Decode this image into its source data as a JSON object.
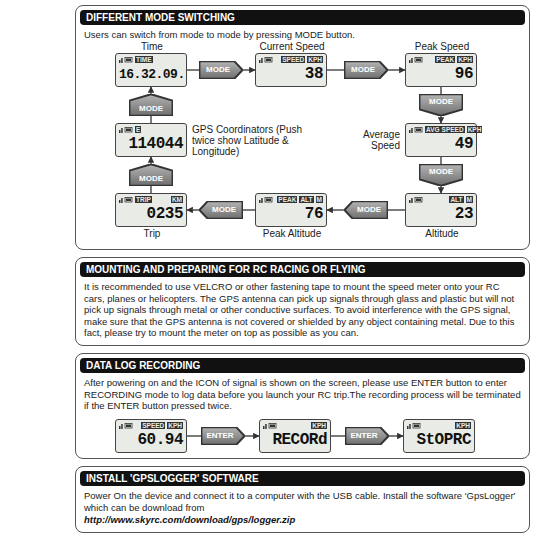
{
  "diagram": {
    "nodes": [
      {
        "text": [
          "DIFFERENT MODE SWITCHING",
          "Users can switch from mode to mode by pressing MODE button."
        ]
      },
      {
        "text": [
          "Time",
          "16.32.09.",
          "TIME"
        ],
        "in": 0
      },
      {
        "text": [
          "MODE"
        ],
        "in": 0
      },
      {
        "text": [
          "Current Speed",
          "38",
          "SPEED",
          "KPH"
        ],
        "in": 0
      },
      {
        "text": [
          "MODE"
        ],
        "in": 0
      },
      {
        "text": [
          "Peak Speed",
          "96",
          "PEAK",
          "KPH"
        ],
        "in": 0
      },
      {
        "text": [
          "MODE"
        ],
        "in": 0
      },
      {
        "text": [
          "Average Speed",
          "49",
          "AVG",
          "SPEED",
          "KPH"
        ],
        "in": 0
      },
      {
        "text": [
          "MODE"
        ],
        "in": 0
      },
      {
        "text": [
          "Altitude",
          "23",
          "ALT",
          "M"
        ],
        "in": 0
      },
      {
        "text": [
          "MODE"
        ],
        "in": 0
      },
      {
        "text": [
          "Peak Altitude",
          "76",
          "PEAK",
          "ALT",
          "M"
        ],
        "in": 0
      },
      {
        "text": [
          "MODE"
        ],
        "in": 0
      },
      {
        "text": [
          "Trip",
          "0235",
          "TRIP",
          "KM"
        ],
        "in": 0
      },
      {
        "text": [
          "MODE"
        ],
        "in": 0
      },
      {
        "text": [
          "GPS Coordinators (Push twice show Latitude & Longitude)",
          "114044",
          "E"
        ],
        "in": 0
      },
      {
        "text": [
          "MODE"
        ],
        "in": 0
      },
      {
        "text": [
          "MOUNTING AND PREPARING FOR RC RACING OR FLYING",
          "It is recommended to use VELCRO or other fastening tape to mount the speed meter onto your RC cars, planes or helicopters. The GPS antenna can pick up signals through glass and plastic but will not pick up signals through metal or other conductive surfaces. To avoid interference with the GPS signal, make sure that the GPS antenna is not covered or shielded by any object containing metal. Due to this fact, please try to mount the meter on top as possible as you can."
        ]
      },
      {
        "text": [
          "DATA LOG RECORDING",
          "After powering on and the ICON of signal is shown on the screen, please use ENTER button to enter RECORDING mode to log data before you launch your RC trip.The recording process will be terminated if the ENTER button pressed twice."
        ]
      },
      {
        "text": [
          "60.94",
          "SPEED",
          "KPH"
        ],
        "in": 18
      },
      {
        "text": [
          "ENTER"
        ],
        "in": 18
      },
      {
        "text": [
          "RECORd",
          "KPH"
        ],
        "in": 18
      },
      {
        "text": [
          "ENTER"
        ],
        "in": 18
      },
      {
        "text": [
          "StOPRC",
          "KPH"
        ],
        "in": 18
      },
      {
        "text": [
          "INSTALL 'GPSLOGGER' SOFTWARE",
          "Power On the device and connect it to a computer with the USB cable. Install the software 'GpsLogger' which can be download from",
          "http://www.skyrc.com/download/gps/logger.zip"
        ]
      }
    ],
    "edges": [
      {
        "from": 1,
        "to": 2,
        "arrow": "none"
      },
      {
        "from": 2,
        "to": 3,
        "arrow": "to"
      },
      {
        "from": 3,
        "to": 4,
        "arrow": "none"
      },
      {
        "from": 4,
        "to": 5,
        "arrow": "to"
      },
      {
        "from": 5,
        "to": 6,
        "arrow": "none"
      },
      {
        "from": 6,
        "to": 7,
        "arrow": "to"
      },
      {
        "from": 7,
        "to": 8,
        "arrow": "none"
      },
      {
        "from": 8,
        "to": 9,
        "arrow": "to"
      },
      {
        "from": 9,
        "to": 10,
        "arrow": "none"
      },
      {
        "from": 10,
        "to": 11,
        "arrow": "to"
      },
      {
        "from": 11,
        "to": 12,
        "arrow": "none"
      },
      {
        "from": 12,
        "to": 13,
        "arrow": "to"
      },
      {
        "from": 13,
        "to": 14,
        "arrow": "none"
      },
      {
        "from": 14,
        "to": 15,
        "arrow": "to"
      },
      {
        "from": 15,
        "to": 16,
        "arrow": "none"
      },
      {
        "from": 16,
        "to": 1,
        "arrow": "to"
      },
      {
        "from": 19,
        "to": 20,
        "arrow": "none"
      },
      {
        "from": 20,
        "to": 21,
        "arrow": "to"
      },
      {
        "from": 21,
        "to": 22,
        "arrow": "none"
      },
      {
        "from": 22,
        "to": 23,
        "arrow": "to"
      }
    ]
  }
}
